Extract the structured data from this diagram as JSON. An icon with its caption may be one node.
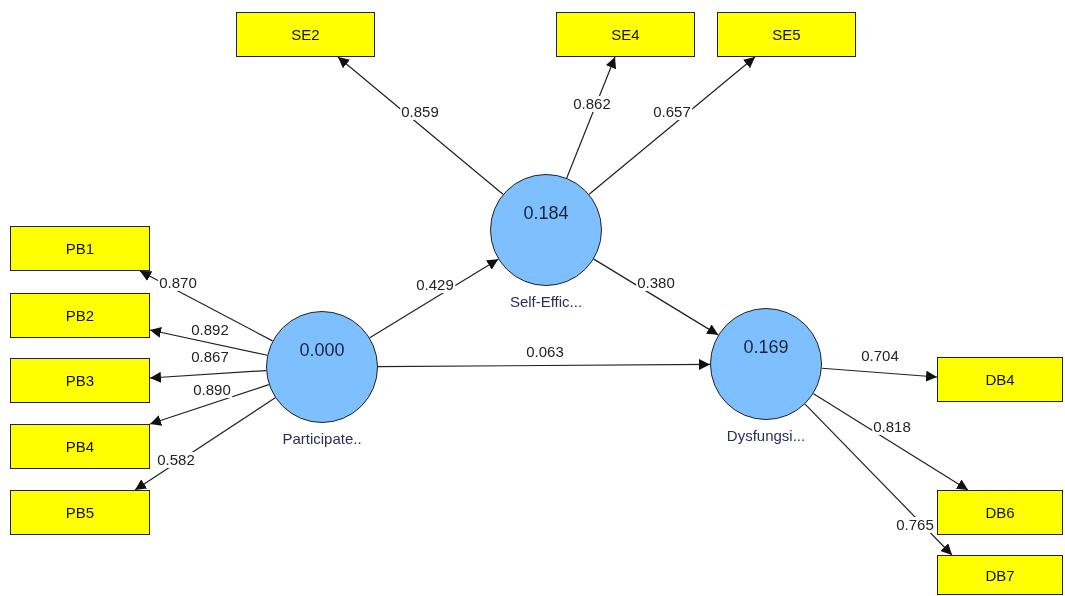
{
  "diagram": {
    "nodes": [
      {
        "text": [
          "SE2"
        ]
      },
      {
        "text": [
          "SE4"
        ]
      },
      {
        "text": [
          "SE5"
        ]
      },
      {
        "text": [
          "0.184"
        ],
        "beside": [
          "Self-Effic..."
        ]
      },
      {
        "text": [
          "PB1"
        ]
      },
      {
        "text": [
          "PB2"
        ]
      },
      {
        "text": [
          "PB3"
        ]
      },
      {
        "text": [
          "PB4"
        ]
      },
      {
        "text": [
          "PB5"
        ]
      },
      {
        "text": [
          "0.000"
        ],
        "beside": [
          "Participate.."
        ]
      },
      {
        "text": [
          "0.169"
        ],
        "beside": [
          "Dysfungsi..."
        ]
      },
      {
        "text": [
          "DB4"
        ]
      },
      {
        "text": [
          "DB6"
        ]
      },
      {
        "text": [
          "DB7"
        ]
      }
    ],
    "edges": [
      {
        "from": 3,
        "to": 0,
        "arrow": "to",
        "label": "0.859"
      },
      {
        "from": 3,
        "to": 1,
        "arrow": "to",
        "label": "0.862"
      },
      {
        "from": 3,
        "to": 2,
        "arrow": "to",
        "label": "0.657"
      },
      {
        "from": 9,
        "to": 4,
        "arrow": "to",
        "label": "0.870"
      },
      {
        "from": 9,
        "to": 5,
        "arrow": "to",
        "label": "0.892"
      },
      {
        "from": 9,
        "to": 6,
        "arrow": "to",
        "label": "0.867"
      },
      {
        "from": 9,
        "to": 7,
        "arrow": "to",
        "label": "0.890"
      },
      {
        "from": 9,
        "to": 8,
        "arrow": "to",
        "label": "0.582"
      },
      {
        "from": 9,
        "to": 3,
        "arrow": "to",
        "label": "0.429"
      },
      {
        "from": 3,
        "to": 10,
        "arrow": "to",
        "label": "0.380"
      },
      {
        "from": 9,
        "to": 10,
        "arrow": "to",
        "label": "0.063"
      },
      {
        "from": 10,
        "to": 11,
        "arrow": "to",
        "label": "0.704"
      },
      {
        "from": 10,
        "to": 12,
        "arrow": "to",
        "label": "0.818"
      },
      {
        "from": 10,
        "to": 13,
        "arrow": "to",
        "label": "0.765"
      }
    ]
  }
}
